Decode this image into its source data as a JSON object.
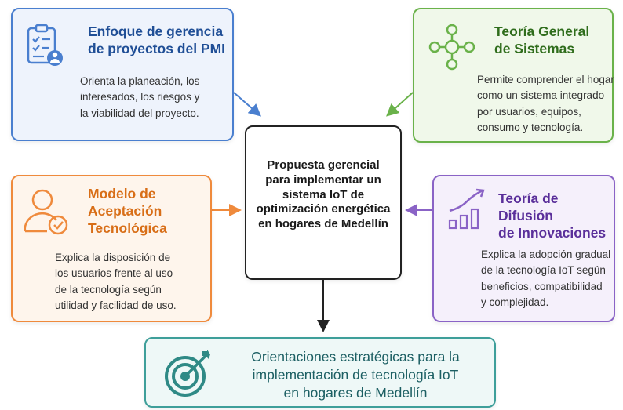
{
  "center": {
    "title_lines": [
      "Propuesta gerencial",
      "para implementar un",
      "sistema IoT de",
      "optimización energética",
      "en hogares de Medellín"
    ]
  },
  "pmi": {
    "icon": "clipboard-checklist-user-icon",
    "title_lines": [
      "Enfoque de gerencia",
      "de proyectos del PMI"
    ],
    "desc_lines": [
      "Orienta la planeación, los",
      "interesados, los riesgos y",
      "la viabilidad del proyecto."
    ],
    "color": "#4a7fcf"
  },
  "tgs": {
    "icon": "system-network-nodes-icon",
    "title_lines": [
      "Teoría General",
      "de Sistemas"
    ],
    "desc_lines": [
      "Permite comprender el hogar",
      "como un sistema integrado",
      "por usuarios, equipos,",
      "consumo y tecnología."
    ],
    "color": "#6ab24a"
  },
  "tam": {
    "icon": "user-check-icon",
    "title_lines": [
      "Modelo de",
      "Aceptación",
      "Tecnológica"
    ],
    "desc_lines": [
      "Explica la disposición de",
      "los usuarios frente al uso",
      "de la tecnología según",
      "utilidad y facilidad de uso."
    ],
    "color": "#ef8a3c"
  },
  "tdi": {
    "icon": "growth-chart-icon",
    "title_lines": [
      "Teoría de Difusión",
      "de Innovaciones"
    ],
    "desc_lines": [
      "Explica la adopción gradual",
      "de la tecnología IoT según",
      "beneficios, compatibilidad",
      "y complejidad."
    ],
    "color": "#8a63c6"
  },
  "bottom": {
    "icon": "target-arrow-icon",
    "title_lines": [
      "Orientaciones estratégicas para la",
      "implementación de tecnología IoT",
      "en hogares de Medellín"
    ],
    "color": "#3e9f9a"
  }
}
